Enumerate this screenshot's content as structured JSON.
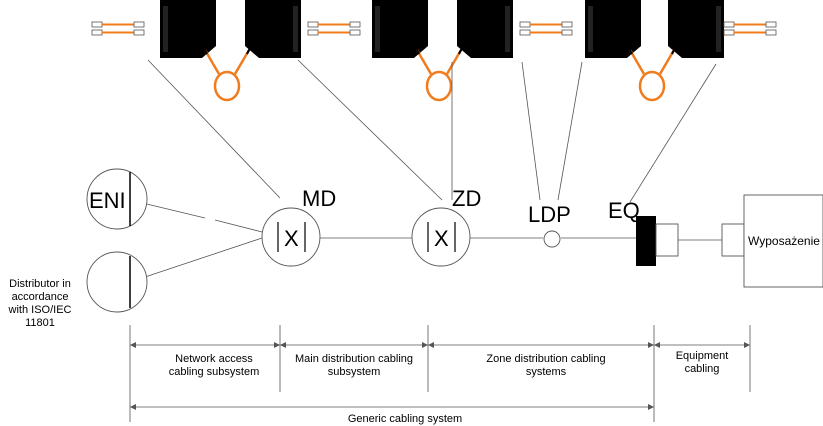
{
  "colors": {
    "fiber": "#f07c1e",
    "line": "#000000",
    "connector_fill": "#000000"
  },
  "nodes": {
    "eni": "ENI",
    "md": "MD",
    "zd": "ZD",
    "ldp": "LDP",
    "eq": "EQ",
    "md_cross": "X",
    "zd_cross": "X",
    "equipment": "Wyposażenie"
  },
  "distributor_note": "Distributor in accordance with ISO/IEC 11801",
  "subsystems": {
    "network_access": "Network access cabling subsystem",
    "main_distribution": "Main distribution cabling subsystem",
    "zone_distribution": "Zone distribution cabling systems",
    "equipment_cabling": "Equipment cabling"
  },
  "generic": "Generic cabling system"
}
